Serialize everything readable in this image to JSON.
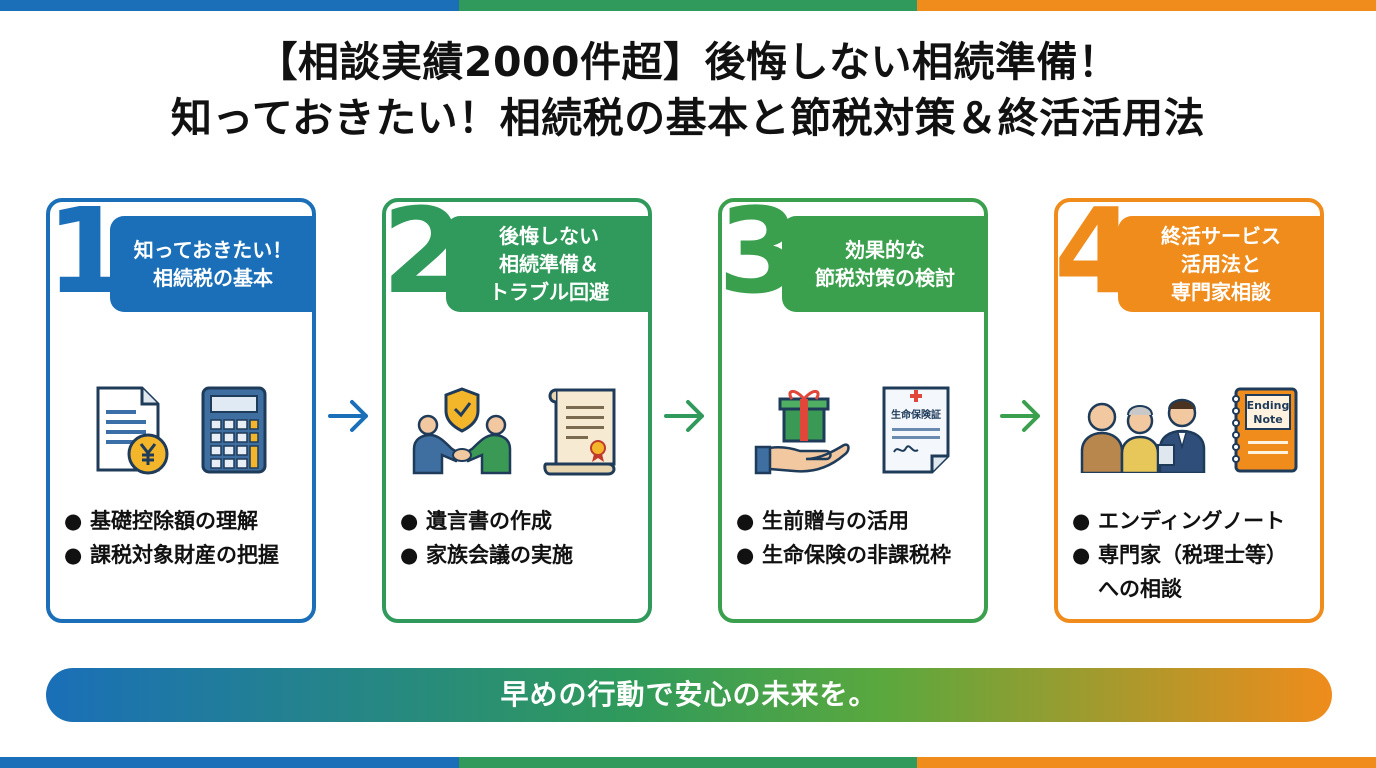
{
  "title": {
    "line1": "【相談実績2000件超】後悔しない相続準備！",
    "line2": "知っておきたい！相続税の基本と節税対策＆終活活用法"
  },
  "colors": {
    "blue": "#1a6fb8",
    "green": "#2f9a5b",
    "light_green": "#3aa04d",
    "orange": "#ef8c1c"
  },
  "steps": [
    {
      "number": "1",
      "heading": "知っておきたい！\n相続税の基本",
      "icons": [
        "document-yen-icon",
        "calculator-icon"
      ],
      "items": [
        "基礎控除額の理解",
        "課税対象財産の把握"
      ]
    },
    {
      "number": "2",
      "heading": "後悔しない\n相続準備＆\nトラブル回避",
      "icons": [
        "handshake-shield-icon",
        "will-scroll-icon"
      ],
      "items": [
        "遺言書の作成",
        "家族会議の実施"
      ]
    },
    {
      "number": "3",
      "heading": "効果的な\n節税対策の検討",
      "icons": [
        "gift-hand-icon",
        "insurance-certificate-icon"
      ],
      "certificate_label": "生命保険証",
      "items": [
        "生前贈与の活用",
        "生命保険の非課税枠"
      ]
    },
    {
      "number": "4",
      "heading": "終活サービス\n活用法と\n専門家相談",
      "icons": [
        "family-consultation-icon",
        "ending-note-icon"
      ],
      "note_label_1": "Ending",
      "note_label_2": "Note",
      "items": [
        "エンディングノート",
        "専門家（税理士等）\nへの相談"
      ]
    }
  ],
  "bullet": "●",
  "banner": "早めの行動で安心の未来を。"
}
